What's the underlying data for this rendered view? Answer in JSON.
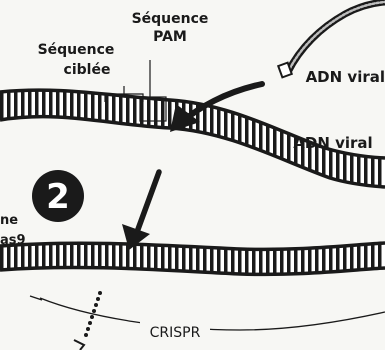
{
  "labels": {
    "sequence_pam": [
      "Séquence",
      "PAM"
    ],
    "sequence_ciblee": [
      "Séquence",
      "ciblée"
    ],
    "adn_viral_top": "ADN viral",
    "adn_viral_mid": "ADN viral",
    "step_number": "2",
    "cas9_partial": [
      "ne",
      "as9"
    ],
    "crispr": "CRISPR"
  },
  "colors": {
    "ink": "#1a1a1a",
    "paper": "#f7f7f4"
  }
}
